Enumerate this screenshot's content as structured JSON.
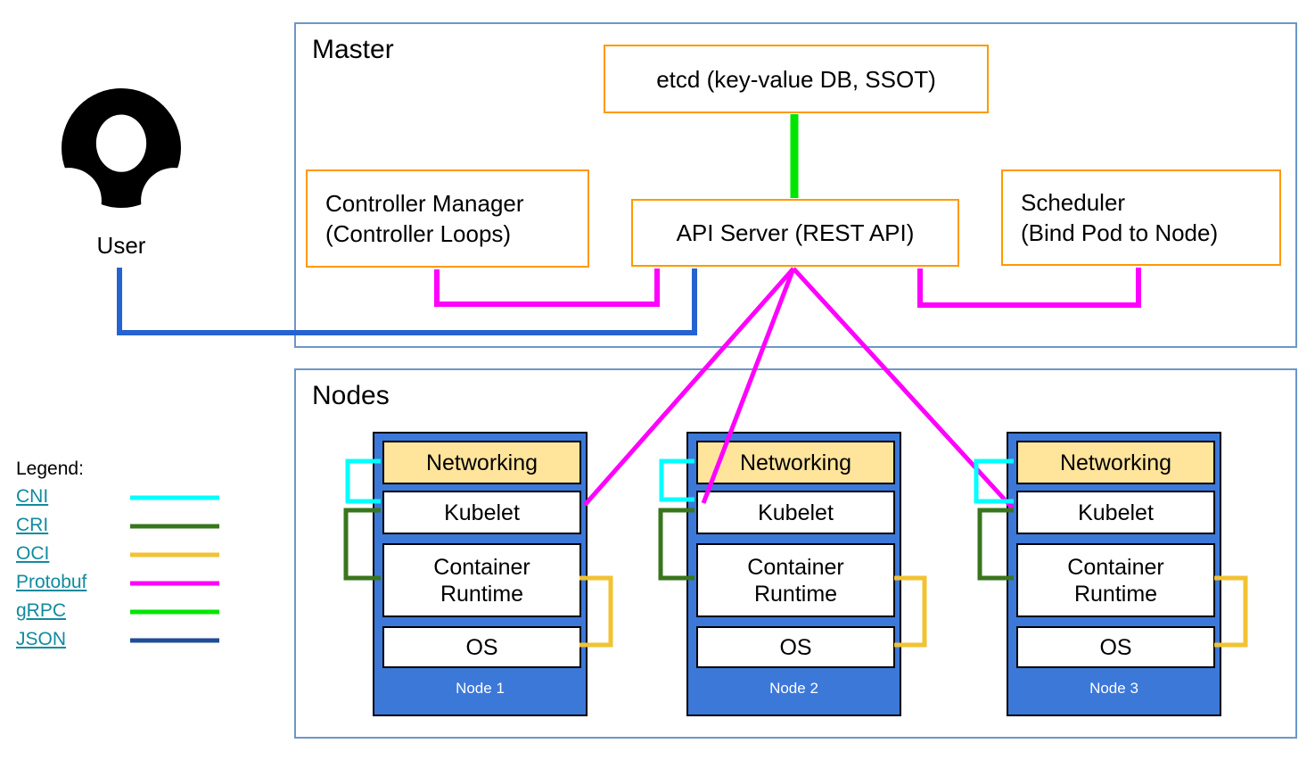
{
  "user": {
    "label": "User"
  },
  "master": {
    "title": "Master",
    "etcd": {
      "label": "etcd (key-value DB, SSOT)"
    },
    "controller_manager": {
      "line1": "Controller Manager",
      "line2": "(Controller Loops)"
    },
    "api_server": {
      "label": "API Server (REST API)"
    },
    "scheduler": {
      "line1": "Scheduler",
      "line2": "(Bind Pod to Node)"
    }
  },
  "nodes_section": {
    "title": "Nodes",
    "nodes": [
      {
        "name": "Node 1",
        "layers": {
          "networking": "Networking",
          "kubelet": "Kubelet",
          "runtime": "Container Runtime",
          "os": "OS"
        }
      },
      {
        "name": "Node 2",
        "layers": {
          "networking": "Networking",
          "kubelet": "Kubelet",
          "runtime": "Container Runtime",
          "os": "OS"
        }
      },
      {
        "name": "Node 3",
        "layers": {
          "networking": "Networking",
          "kubelet": "Kubelet",
          "runtime": "Container Runtime",
          "os": "OS"
        }
      }
    ]
  },
  "legend": {
    "title": "Legend:",
    "items": [
      {
        "label": "CNI"
      },
      {
        "label": "CRI"
      },
      {
        "label": "OCI"
      },
      {
        "label": "Protobuf"
      },
      {
        "label": "gRPC"
      },
      {
        "label": "JSON"
      }
    ]
  },
  "colors": {
    "cni": "#00FFFF",
    "cri": "#38761D",
    "oci": "#F1C232",
    "protobuf": "#FF00FF",
    "grpc": "#00E500",
    "json": "#1F4E96",
    "user-arrow": "#2563D0",
    "node-blue": "#3C78D8",
    "networking-fill": "#FFE49B",
    "box-orange": "#FF9900",
    "frame-blue": "#6D96C8",
    "link-teal": "#118A9F"
  }
}
